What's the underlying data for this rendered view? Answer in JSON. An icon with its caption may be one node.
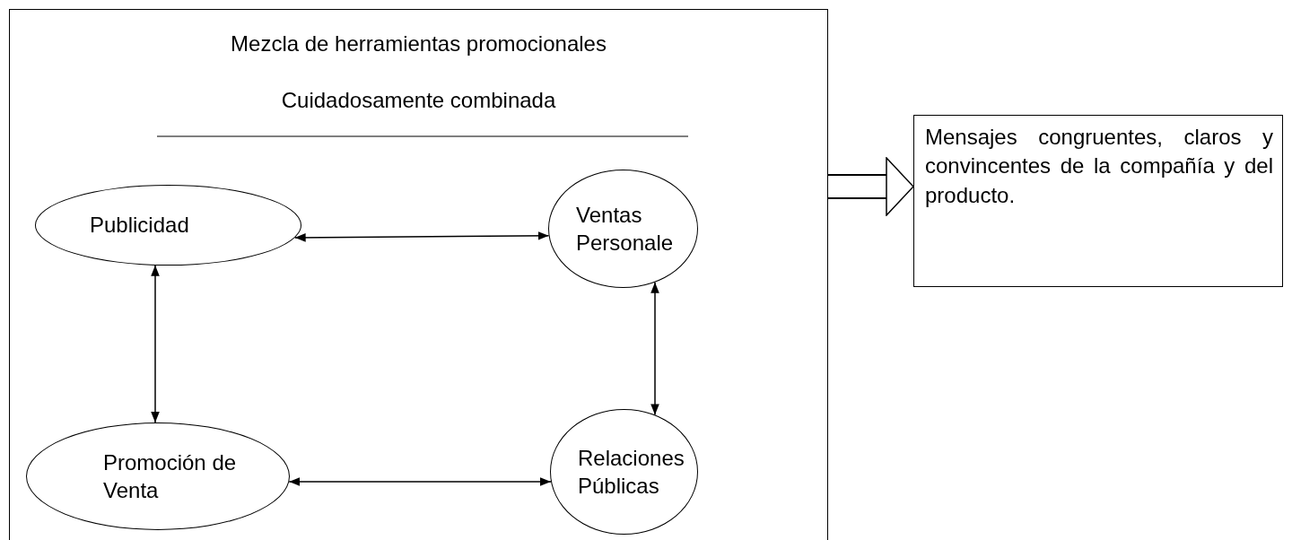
{
  "diagram": {
    "nodes": [
      {
        "text": [
          "Mezcla de herramientas promocionales",
          "Cuidadosamente combinada"
        ]
      },
      {
        "text": [
          "Publicidad"
        ],
        "in": 0
      },
      {
        "text": [
          "Ventas Personale"
        ],
        "in": 0
      },
      {
        "text": [
          "Promoción de Venta"
        ],
        "in": 0
      },
      {
        "text": [
          "Relaciones Públicas"
        ],
        "in": 0
      },
      {
        "text": [
          "Mensajes congruentes, claros y convincentes de la compañía y del producto."
        ]
      }
    ],
    "edges": [
      {
        "from": 1,
        "to": 2,
        "arrow": "both"
      },
      {
        "from": 1,
        "to": 3,
        "arrow": "both"
      },
      {
        "from": 2,
        "to": 4,
        "arrow": "both"
      },
      {
        "from": 3,
        "to": 4,
        "arrow": "both"
      },
      {
        "from": 0,
        "to": 5,
        "arrow": "to",
        "style": "thick"
      }
    ]
  }
}
